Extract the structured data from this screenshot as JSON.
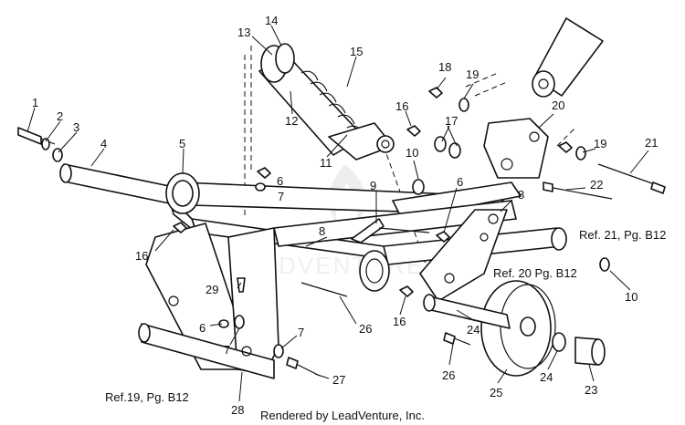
{
  "callouts": [
    "1",
    "2",
    "3",
    "4",
    "5",
    "6",
    "7",
    "8",
    "9",
    "10",
    "11",
    "12",
    "13",
    "14",
    "15",
    "16",
    "17",
    "18",
    "19",
    "20",
    "21",
    "22",
    "23",
    "24",
    "25",
    "26",
    "27",
    "28",
    "29"
  ],
  "references": {
    "ref21": "Ref. 21, Pg. B12",
    "ref20": "Ref. 20 Pg. B12",
    "ref19": "Ref.19, Pg. B12"
  },
  "footer": "Rendered by LeadVenture, Inc.",
  "watermark": "LEADVENTURE"
}
